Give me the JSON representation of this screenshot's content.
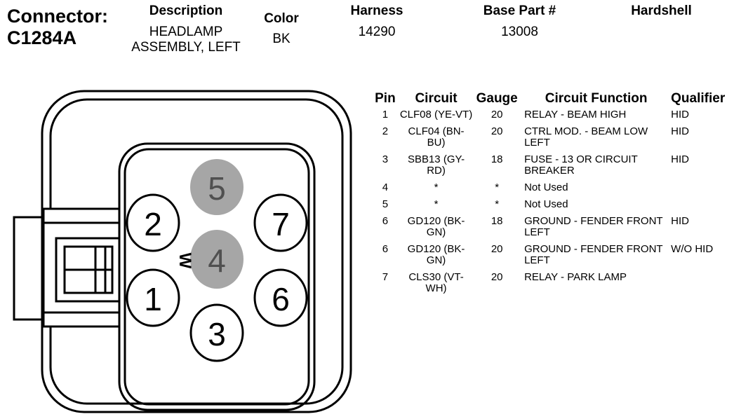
{
  "connector": {
    "label": "Connector:",
    "id": "C1284A"
  },
  "header": {
    "description_label": "Description",
    "description_value": "HEADLAMP ASSEMBLY, LEFT",
    "color_label": "Color",
    "color_value": "BK",
    "harness_label": "Harness",
    "harness_value": "14290",
    "base_part_label": "Base Part #",
    "base_part_value": "13008",
    "hardshell_label": "Hardshell"
  },
  "diagram": {
    "pins": [
      "5",
      "2",
      "7",
      "4",
      "1",
      "6",
      "3"
    ],
    "key_mark": "W",
    "colors": {
      "outline": "#000000",
      "highlight_fill": "#a6a6a6",
      "highlight_text": "#505050"
    }
  },
  "table": {
    "columns": [
      "Pin",
      "Circuit",
      "Gauge",
      "Circuit Function",
      "Qualifier"
    ],
    "rows": [
      {
        "pin": "1",
        "circuit": "CLF08 (YE-VT)",
        "gauge": "20",
        "function": "RELAY - BEAM HIGH",
        "qualifier": "HID"
      },
      {
        "pin": "2",
        "circuit": "CLF04 (BN-BU)",
        "gauge": "20",
        "function": "CTRL MOD. - BEAM LOW LEFT",
        "qualifier": "HID"
      },
      {
        "pin": "3",
        "circuit": "SBB13 (GY-RD)",
        "gauge": "18",
        "function": "FUSE - 13 OR CIRCUIT BREAKER",
        "qualifier": "HID"
      },
      {
        "pin": "4",
        "circuit": "*",
        "gauge": "*",
        "function": "Not Used",
        "qualifier": ""
      },
      {
        "pin": "5",
        "circuit": "*",
        "gauge": "*",
        "function": "Not Used",
        "qualifier": ""
      },
      {
        "pin": "6",
        "circuit": "GD120 (BK-GN)",
        "gauge": "18",
        "function": "GROUND - FENDER FRONT LEFT",
        "qualifier": "HID"
      },
      {
        "pin": "6",
        "circuit": "GD120 (BK-GN)",
        "gauge": "20",
        "function": "GROUND - FENDER FRONT LEFT",
        "qualifier": "W/O HID"
      },
      {
        "pin": "7",
        "circuit": "CLS30 (VT-WH)",
        "gauge": "20",
        "function": "RELAY - PARK LAMP",
        "qualifier": ""
      }
    ]
  }
}
